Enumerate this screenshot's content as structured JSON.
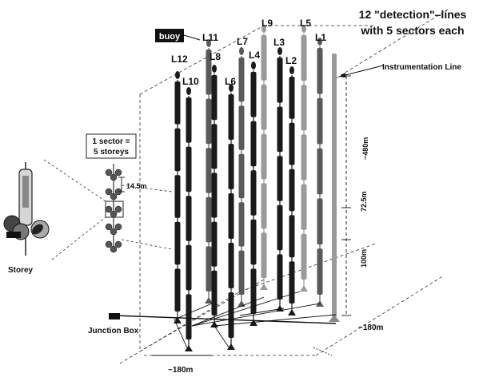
{
  "title": {
    "line1": "12 \"detection\"–lines",
    "line2": "with 5 sectors each"
  },
  "labels": {
    "buoy": "buoy",
    "instrumentation_line": "Instrumentation Line",
    "sector_line1": "1 sector =",
    "sector_line2": "5 storeys",
    "storey": "Storey",
    "junction_box": "Junction Box"
  },
  "dimensions": {
    "height_total": "~480m",
    "sector_spacing": "72.5m",
    "bottom_gap": "100m",
    "storey_spacing": "14.5m",
    "width_x": "~180m",
    "width_y": "~180m"
  },
  "lines": [
    {
      "name": "L12"
    },
    {
      "name": "L10"
    },
    {
      "name": "L11"
    },
    {
      "name": "L8"
    },
    {
      "name": "L6"
    },
    {
      "name": "L7"
    },
    {
      "name": "L4"
    },
    {
      "name": "L9"
    },
    {
      "name": "L3"
    },
    {
      "name": "L2"
    },
    {
      "name": "L5"
    },
    {
      "name": "L1"
    }
  ],
  "colors": {
    "dark_line": "#1a1a1a",
    "mid_line": "#5a5a5a",
    "light_line": "#9a9a9a",
    "dashed": "#333333"
  }
}
